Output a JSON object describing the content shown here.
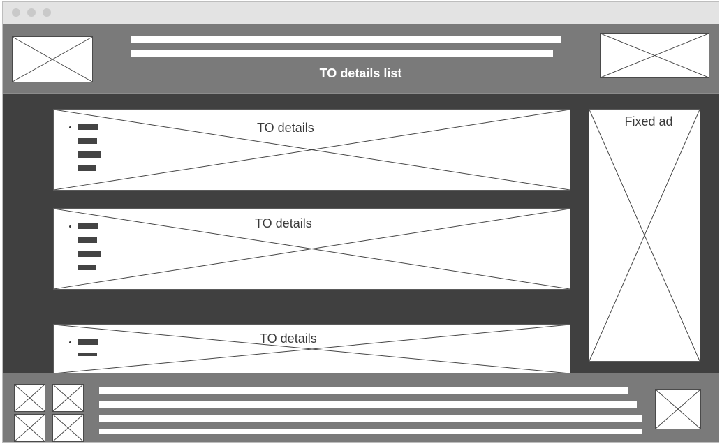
{
  "header": {
    "title": "TO details list",
    "logo_icon": "image-placeholder-icon",
    "banner_icon": "image-placeholder-icon"
  },
  "list": {
    "items": [
      {
        "title": "TO details"
      },
      {
        "title": "TO details"
      },
      {
        "title": "TO details"
      }
    ]
  },
  "sidebar": {
    "ad_label": "Fixed ad"
  },
  "footer": {
    "thumb_icon": "image-placeholder-icon"
  },
  "colors": {
    "content_bg": "#404040",
    "header_bg": "#7a7a7a",
    "titlebar_bg": "#e3e3e3",
    "placeholder_bg": "#ffffff"
  }
}
